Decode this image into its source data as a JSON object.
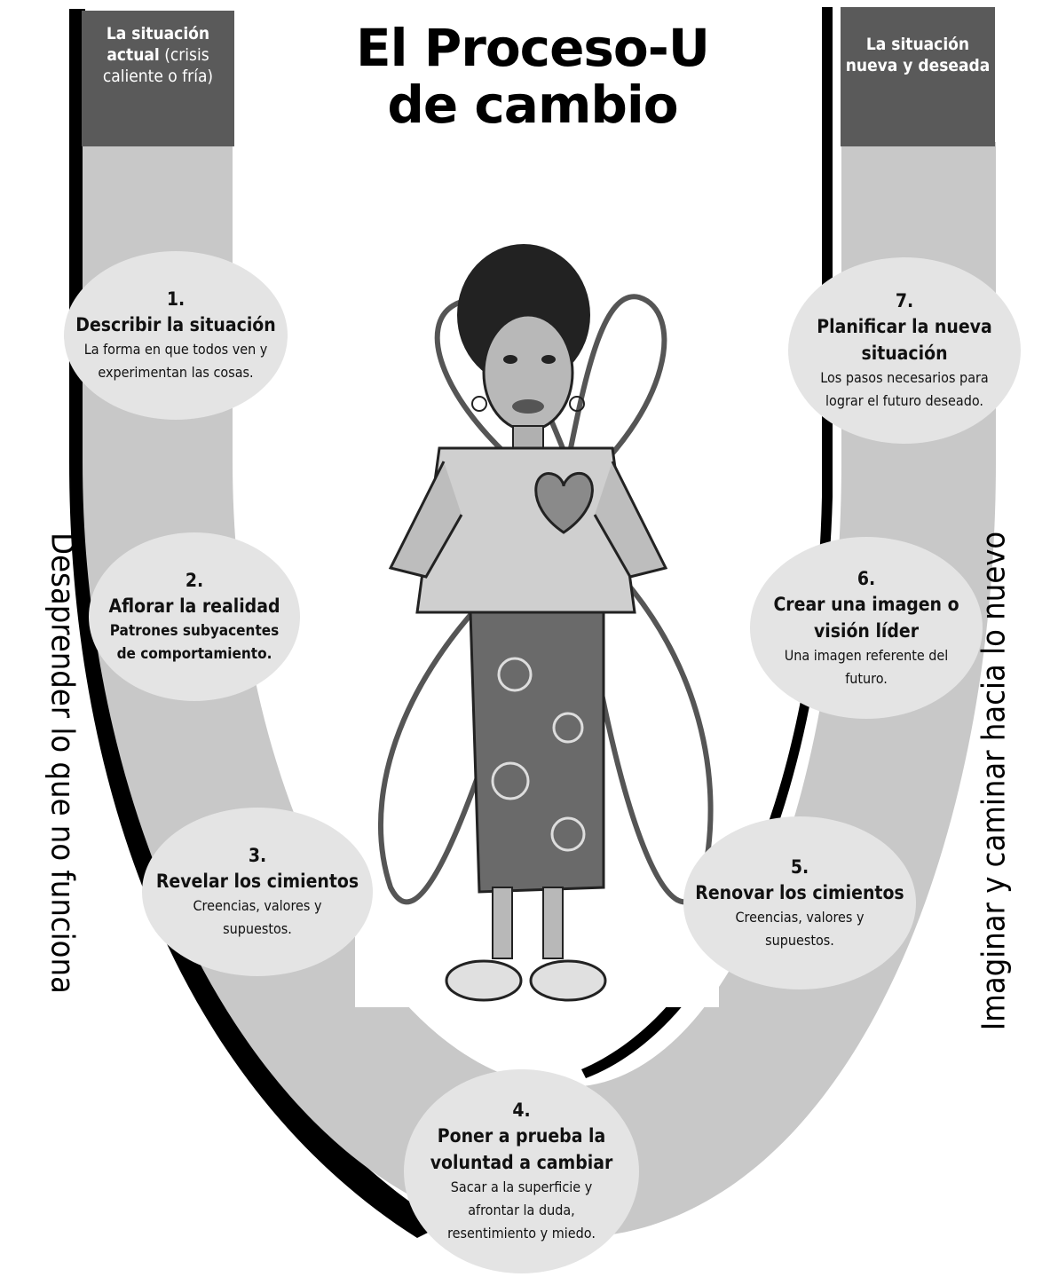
{
  "title": "El Proceso-U de cambio",
  "header_left": {
    "bold": "La situación actual",
    "rest": "(crisis caliente o fría)"
  },
  "header_right": {
    "text": "La situación nueva y deseada"
  },
  "side_left": "Desaprender lo que no funciona",
  "side_right": "Imaginar y caminar hacia lo nuevo",
  "steps": [
    {
      "num": "1.",
      "name": "Describir la situación",
      "desc": "La forma en que todos ven y experimentan las cosas."
    },
    {
      "num": "2.",
      "name": "Aflorar la realidad",
      "desc": "Patrones subyacentes de comportamiento."
    },
    {
      "num": "3.",
      "name": "Revelar los cimientos",
      "desc": "Creencias, valores y supuestos."
    },
    {
      "num": "4.",
      "name": "Poner a prueba la voluntad a cambiar",
      "desc": "Sacar a la superficie y afrontar la duda, resentimiento y miedo."
    },
    {
      "num": "5.",
      "name": "Renovar los cimientos",
      "desc": "Creencias, valores y supuestos."
    },
    {
      "num": "6.",
      "name": "Crear una imagen o visión líder",
      "desc": "Una imagen referente del futuro."
    },
    {
      "num": "7.",
      "name": "Planificar la nueva situación",
      "desc": "Los pasos necesarios para lograr el futuro deseado."
    }
  ],
  "colors": {
    "band": "#c8c8c8",
    "header": "#5a5a5a",
    "circle": "#e4e4e4",
    "shadow": "#000000"
  },
  "illustration": "woman-with-heart-illustration"
}
